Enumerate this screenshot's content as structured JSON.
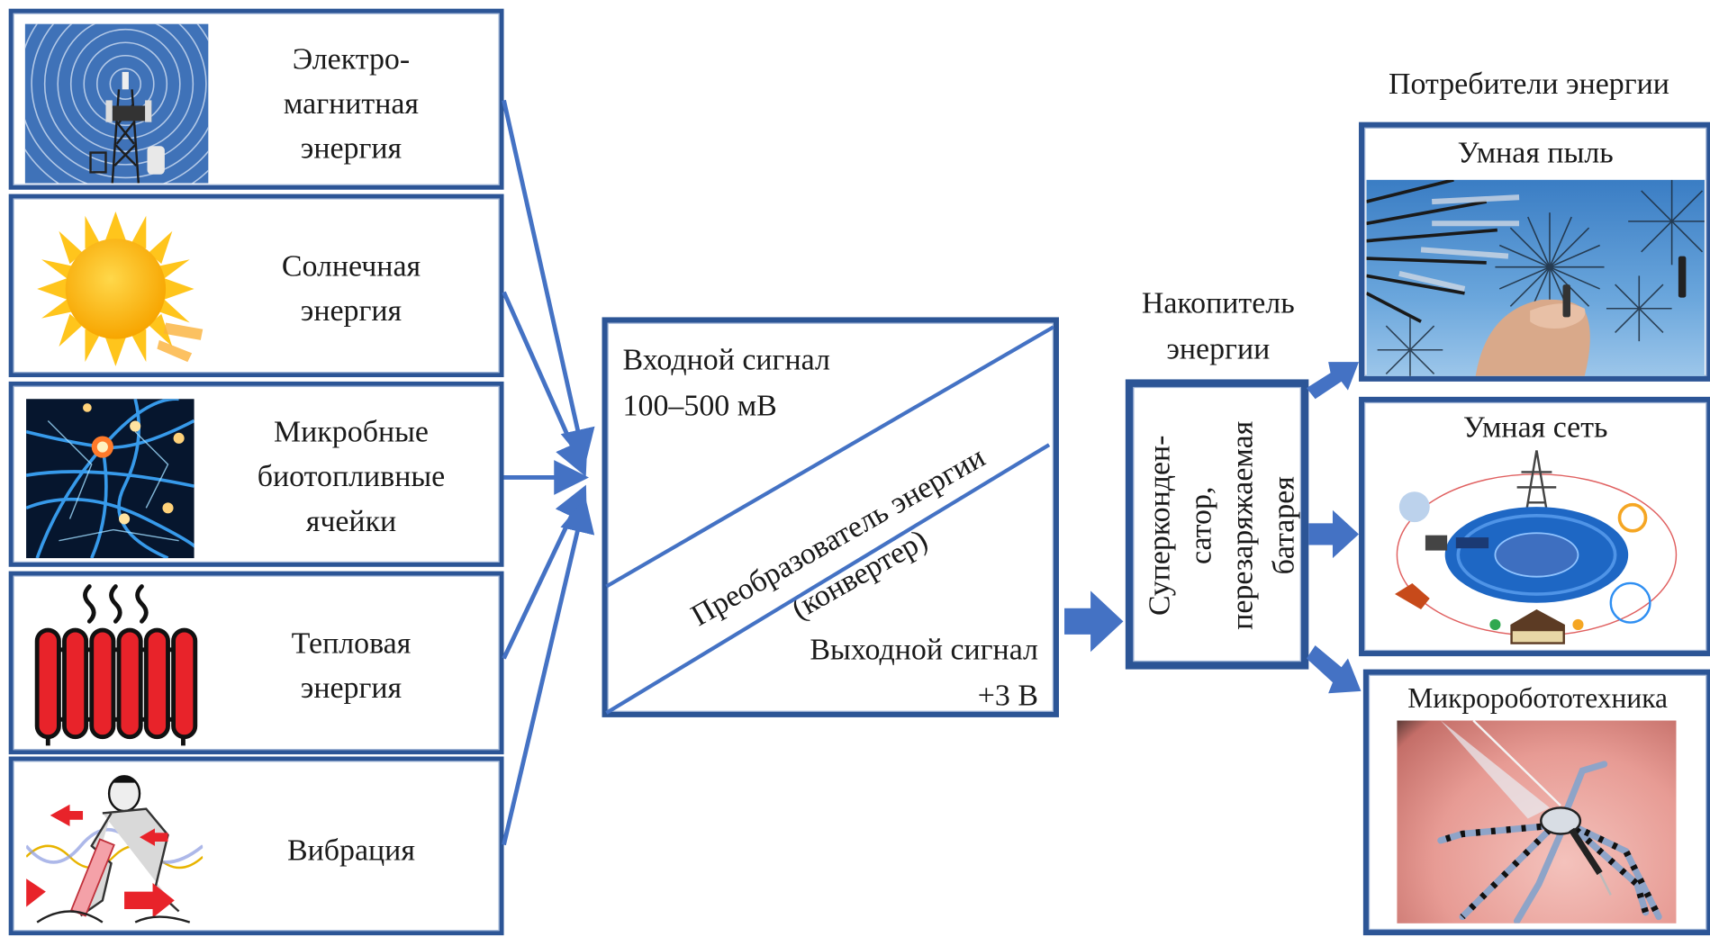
{
  "sources": [
    {
      "id": "em",
      "label_lines": [
        "Электро-",
        "магнитная",
        "энергия"
      ],
      "icon": "radio-tower-icon"
    },
    {
      "id": "solar",
      "label_lines": [
        "Солнечная",
        "энергия"
      ],
      "icon": "sun-icon"
    },
    {
      "id": "microbial",
      "label_lines": [
        "Микробные",
        "биотопливные",
        "ячейки"
      ],
      "icon": "neuron-cells-icon"
    },
    {
      "id": "thermal",
      "label_lines": [
        "Тепловая",
        "энергия"
      ],
      "icon": "radiator-icon"
    },
    {
      "id": "vibration",
      "label_lines": [
        "Вибрация"
      ],
      "icon": "jackhammer-worker-icon"
    }
  ],
  "converter": {
    "input_lines": [
      "Входной сигнал",
      "100–500 мВ"
    ],
    "title_lines": [
      "Преобразователь энергии",
      "(конвертер)"
    ],
    "output_lines": [
      "Выходной сигнал",
      "+3 В"
    ]
  },
  "storage": {
    "heading_lines": [
      "Накопитель",
      "энергии"
    ],
    "body_lines": [
      "Суперконден-",
      "сатор,",
      "перезаряжаемая",
      "батарея"
    ]
  },
  "consumers": {
    "heading": "Потребители энергии",
    "items": [
      {
        "id": "smart-dust",
        "label": "Умная пыль",
        "icon": "smart-dust-icon"
      },
      {
        "id": "smart-grid",
        "label": "Умная сеть",
        "icon": "smart-grid-icon"
      },
      {
        "id": "microrobotics",
        "label": "Микроробототехника",
        "icon": "robot-mosquito-icon"
      }
    ]
  },
  "colors": {
    "border": "#2c5596",
    "arrow": "#4472c4",
    "text": "#1a1a1a"
  }
}
